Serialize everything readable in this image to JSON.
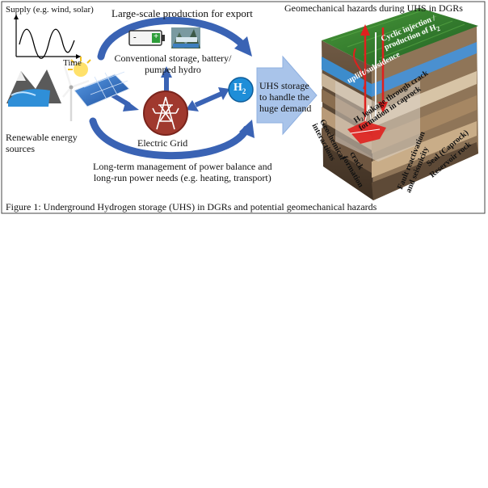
{
  "figure": {
    "caption": "Figure 1:  Underground Hydrogen storage (UHS) in DGRs and potential geomechanical hazards"
  },
  "supply_plot": {
    "ylabel": "Supply (e.g. wind, solar)",
    "xlabel": "Time"
  },
  "top_arc": {
    "label": "Large-scale production for export"
  },
  "storage": {
    "label_line1": "Conventional storage, battery/",
    "label_line2": "pumped hydro"
  },
  "battery": {
    "minus": "-",
    "plus": "+"
  },
  "renewables": {
    "label_line1": "Renewable energy",
    "label_line2": "sources"
  },
  "grid": {
    "label": "Electric Grid"
  },
  "hydrogen": {
    "symbol": "H",
    "subscript": "2"
  },
  "uhs_arrow": {
    "line1": "UHS storage",
    "line2": "to handle the",
    "line3": "huge demand"
  },
  "bottom_arc": {
    "line1": "Long-term management of power balance and",
    "line2": "long-run power needs (e.g. heating, transport)"
  },
  "hazards": {
    "title": "Geomechanical hazards during UHS in DGRs",
    "cyclic_line1": "Cyclic injection /",
    "cyclic_line2": "production of H",
    "cyclic_sub": "2",
    "uplift": "uplift/subsidence",
    "leakage_line1": "H₂ leakage through crack",
    "leakage_line2": "formation in caprock",
    "geochem_line1": "Geochemical",
    "geochem_line2": "interactions",
    "crack_line1": "crack",
    "crack_line2": "formation",
    "fault_line1": "Fault reactivation",
    "fault_line2": "and seismicity",
    "seal": "Seal (Caprock)",
    "reservoir": "Reservoir rock"
  },
  "colors": {
    "arrow_blue": "#3a63b4",
    "light_arrow": "#a9c4ea",
    "grid_red": "#a0392e",
    "h2_blue": "#1e8ed8",
    "grass": "#2f7a2c",
    "hazard_red": "#e0201e"
  }
}
